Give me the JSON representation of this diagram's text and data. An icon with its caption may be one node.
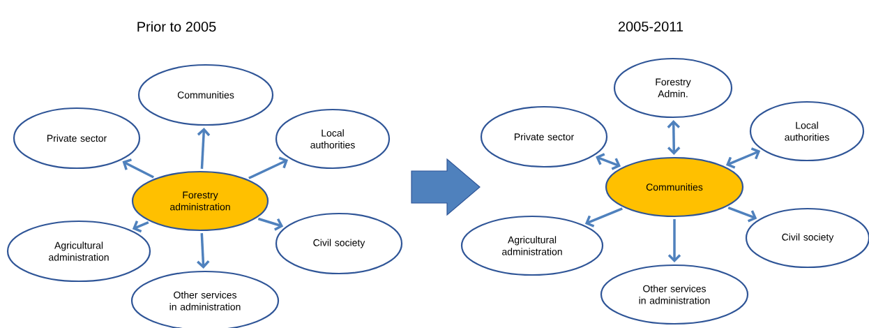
{
  "diagram": {
    "nodes": [
      {
        "text": [
          "Forestry administration"
        ]
      },
      {
        "text": [
          "Communities"
        ]
      },
      {
        "text": [
          "Private sector"
        ]
      },
      {
        "text": [
          "Local authorities"
        ]
      },
      {
        "text": [
          "Agricultural administration"
        ]
      },
      {
        "text": [
          "Civil society"
        ]
      },
      {
        "text": [
          "Other services in administration"
        ]
      },
      {
        "text": [
          "Communities"
        ]
      },
      {
        "text": [
          "Forestry Admin."
        ]
      },
      {
        "text": [
          "Private sector"
        ]
      },
      {
        "text": [
          "Local authorities"
        ]
      },
      {
        "text": [
          "Agricultural administration"
        ]
      },
      {
        "text": [
          "Civil society"
        ]
      },
      {
        "text": [
          "Other services in administration"
        ]
      }
    ],
    "edges": [
      {
        "from": 0,
        "to": 1,
        "arrow": "to"
      },
      {
        "from": 0,
        "to": 2,
        "arrow": "to"
      },
      {
        "from": 0,
        "to": 3,
        "arrow": "to"
      },
      {
        "from": 0,
        "to": 4,
        "arrow": "to"
      },
      {
        "from": 0,
        "to": 5,
        "arrow": "to"
      },
      {
        "from": 0,
        "to": 6,
        "arrow": "to"
      },
      {
        "from": 7,
        "to": 8,
        "arrow": "both"
      },
      {
        "from": 7,
        "to": 9,
        "arrow": "both"
      },
      {
        "from": 7,
        "to": 10,
        "arrow": "both"
      },
      {
        "from": 7,
        "to": 11,
        "arrow": "to"
      },
      {
        "from": 7,
        "to": 12,
        "arrow": "to"
      },
      {
        "from": 7,
        "to": 13,
        "arrow": "to"
      }
    ],
    "labels": [
      "Prior to 2005",
      "2005-2011"
    ]
  }
}
